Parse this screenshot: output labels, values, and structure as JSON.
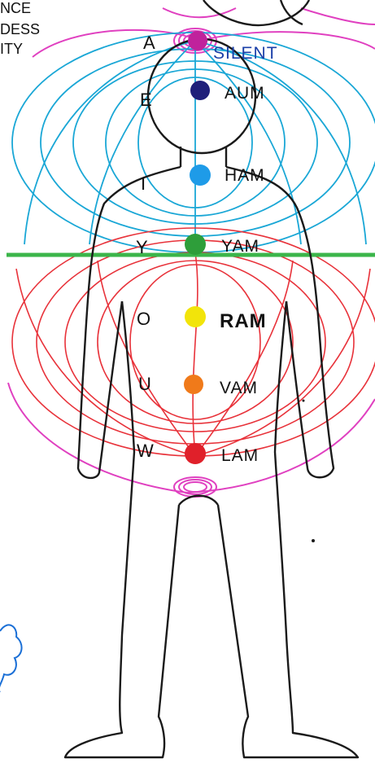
{
  "corner_text": [
    "NCE",
    "DESS",
    "ITY"
  ],
  "colors": {
    "outline": "#1a1a1a",
    "blue_field": "#1aa7d6",
    "red_field": "#e8323a",
    "magenta_field": "#e040c0",
    "green_line": "#3bb54a",
    "silent_text": "#1a3fa8"
  },
  "chakras": [
    {
      "vowel": "A",
      "mantra": "SILENT",
      "color": "#c0229c"
    },
    {
      "vowel": "E",
      "mantra": "AUM",
      "color": "#1f1f7a"
    },
    {
      "vowel": "I",
      "mantra": "HAM",
      "color": "#1e9be8"
    },
    {
      "vowel": "Y",
      "mantra": "YAM",
      "color": "#2e9e3a"
    },
    {
      "vowel": "O",
      "mantra": "RAM",
      "color": "#f2e40a"
    },
    {
      "vowel": "U",
      "mantra": "VAM",
      "color": "#f07a1a"
    },
    {
      "vowel": "W",
      "mantra": "LAM",
      "color": "#e0202a"
    }
  ]
}
